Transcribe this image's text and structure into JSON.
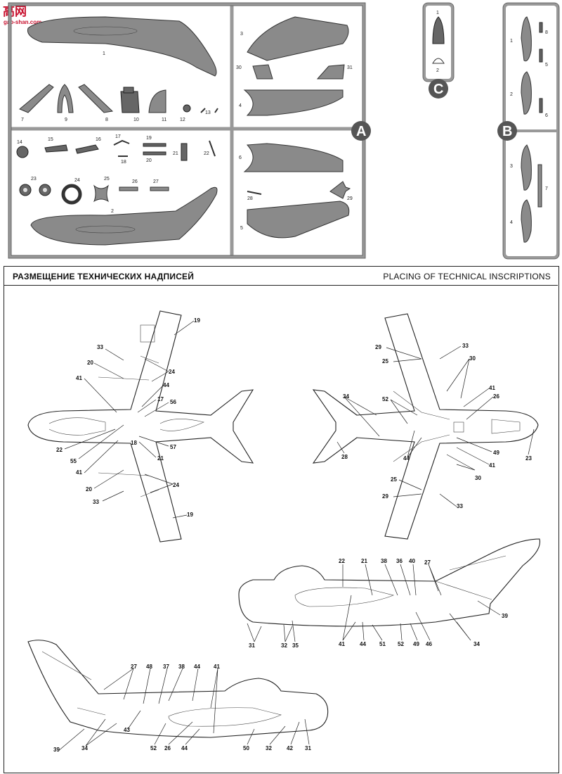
{
  "watermark": {
    "cn": "高网",
    "url": "gao-shan.com"
  },
  "sprues": {
    "A": {
      "label": "A",
      "parts": [
        "1",
        "2",
        "3",
        "4",
        "5",
        "6",
        "7",
        "8",
        "9",
        "10",
        "11",
        "12",
        "13",
        "14",
        "15",
        "16",
        "17",
        "18",
        "19",
        "20",
        "21",
        "22",
        "23",
        "24",
        "25",
        "26",
        "27",
        "28",
        "29",
        "30",
        "31"
      ]
    },
    "B": {
      "label": "B",
      "parts": [
        "1",
        "2",
        "3",
        "4",
        "5",
        "6",
        "7",
        "8"
      ]
    },
    "C": {
      "label": "C",
      "parts": [
        "1",
        "2"
      ]
    }
  },
  "placing": {
    "title_ru": "РАЗМЕЩЕНИЕ ТЕХНИЧЕСКИХ НАДПИСЕЙ",
    "title_en": "PLACING OF TECHNICAL INSCRIPTIONS"
  },
  "callouts": {
    "top_view": [
      "19",
      "33",
      "20",
      "24",
      "41",
      "44",
      "17",
      "56",
      "22",
      "55",
      "57",
      "21",
      "41",
      "20",
      "24",
      "33",
      "19",
      "18"
    ],
    "bottom_view": [
      "29",
      "25",
      "33",
      "30",
      "34",
      "52",
      "41",
      "26",
      "28",
      "44",
      "49",
      "41",
      "30",
      "25",
      "29",
      "33",
      "23"
    ],
    "side_right": [
      "22",
      "21",
      "38",
      "36",
      "40",
      "27",
      "39",
      "31",
      "32",
      "35",
      "41",
      "44",
      "51",
      "52",
      "49",
      "46",
      "34"
    ],
    "side_left": [
      "27",
      "48",
      "37",
      "38",
      "44",
      "41",
      "39",
      "34",
      "43",
      "52",
      "26",
      "44",
      "50",
      "32",
      "42",
      "31"
    ]
  }
}
